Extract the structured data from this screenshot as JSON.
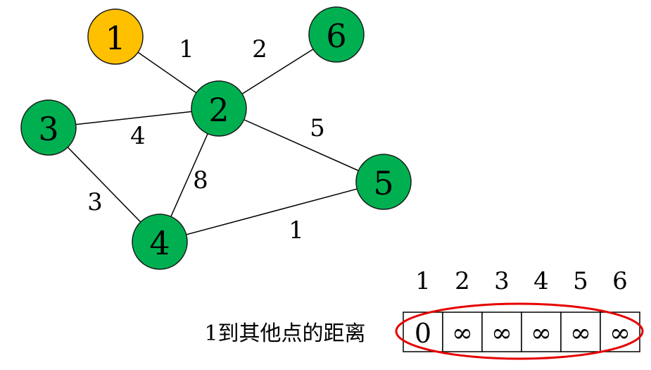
{
  "graph": {
    "colors": {
      "source_node": "#FFC000",
      "node": "#00B050",
      "node_stroke": "#1a1a1a",
      "edge": "#000000",
      "highlight": "#e60000"
    },
    "nodes": [
      {
        "id": "1",
        "label": "1",
        "role": "source"
      },
      {
        "id": "2",
        "label": "2",
        "role": "normal"
      },
      {
        "id": "3",
        "label": "3",
        "role": "normal"
      },
      {
        "id": "4",
        "label": "4",
        "role": "normal"
      },
      {
        "id": "5",
        "label": "5",
        "role": "normal"
      },
      {
        "id": "6",
        "label": "6",
        "role": "normal"
      }
    ],
    "edges": [
      {
        "from": "1",
        "to": "2",
        "weight": "1"
      },
      {
        "from": "2",
        "to": "6",
        "weight": "2"
      },
      {
        "from": "3",
        "to": "2",
        "weight": "4"
      },
      {
        "from": "2",
        "to": "5",
        "weight": "5"
      },
      {
        "from": "2",
        "to": "4",
        "weight": "8"
      },
      {
        "from": "3",
        "to": "4",
        "weight": "3"
      },
      {
        "from": "4",
        "to": "5",
        "weight": "1"
      }
    ]
  },
  "distance_table": {
    "label": "1到其他点的距离",
    "headers": [
      "1",
      "2",
      "3",
      "4",
      "5",
      "6"
    ],
    "values": [
      "0",
      "∞",
      "∞",
      "∞",
      "∞",
      "∞"
    ]
  }
}
